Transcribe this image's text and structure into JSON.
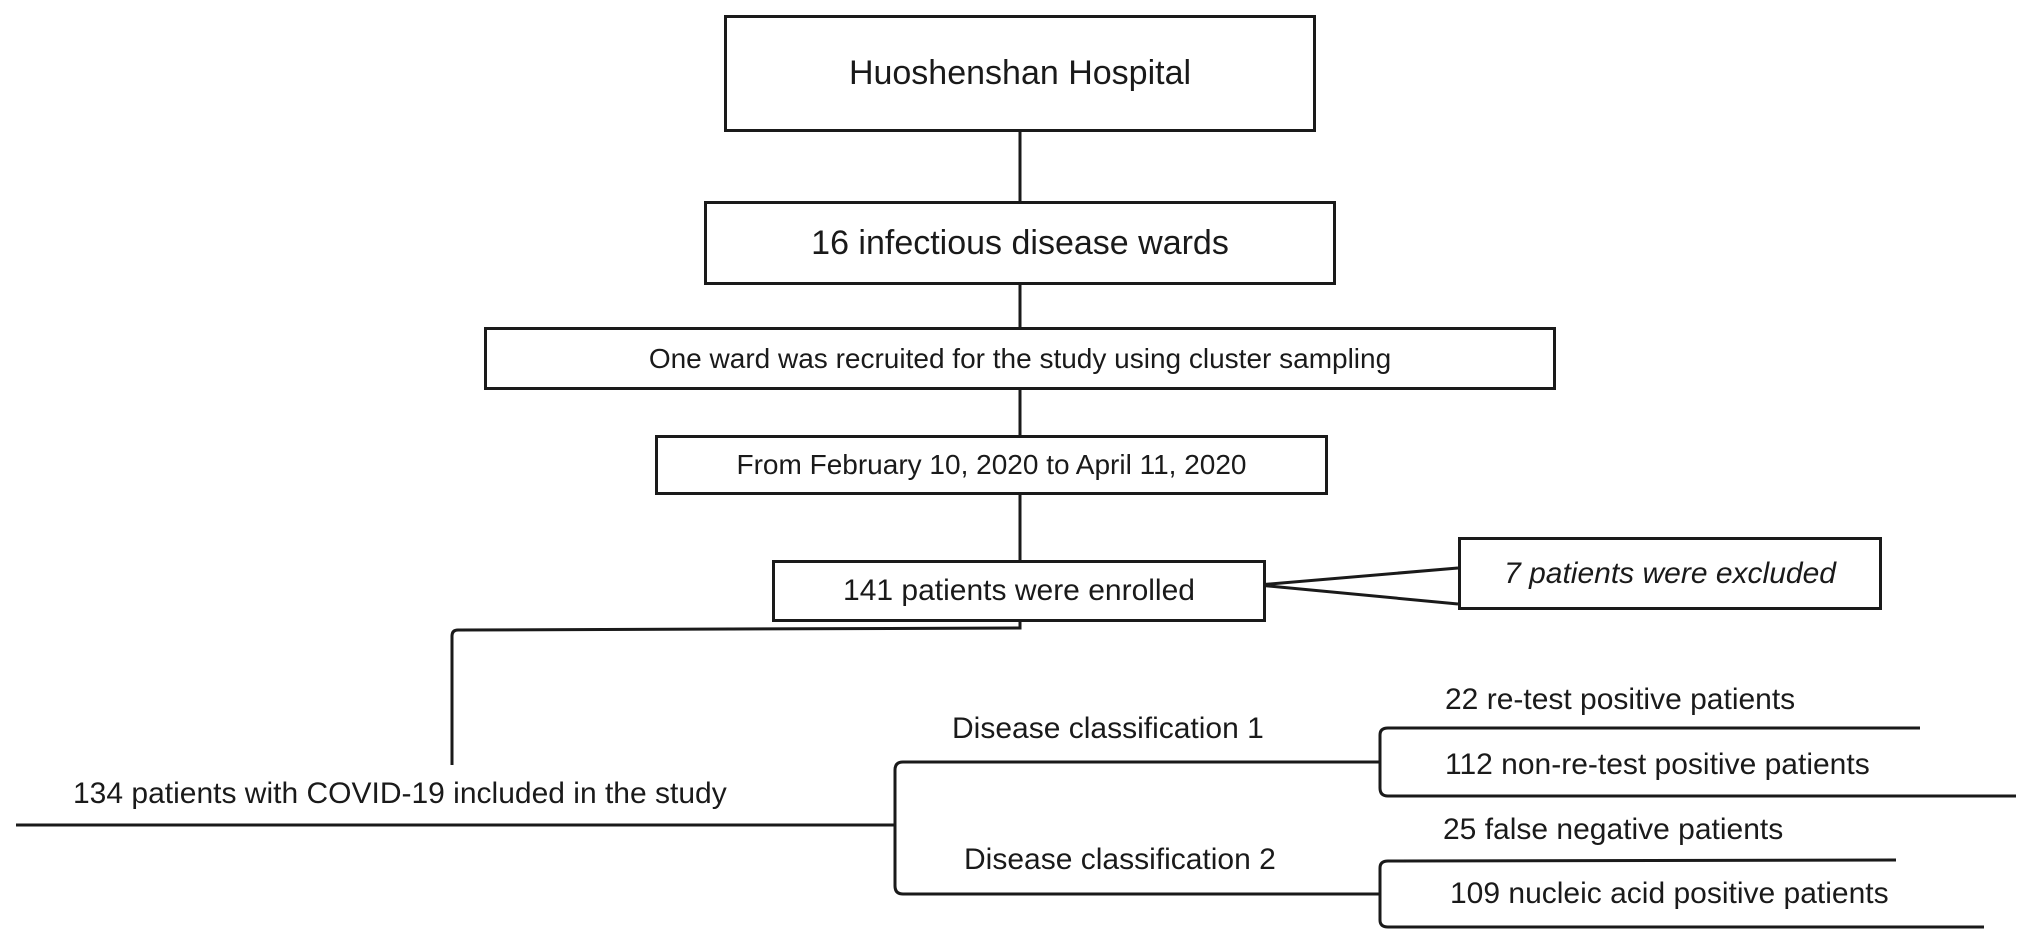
{
  "flow": {
    "hospital": "Huoshenshan Hospital",
    "wards": "16 infectious disease wards",
    "recruit": "One ward was recruited for the study using cluster sampling",
    "period": "From February 10, 2020 to April 11, 2020",
    "enrolled": "141 patients were enrolled",
    "excluded": "7 patients were excluded",
    "included": "134 patients with COVID-19 included in the study",
    "classification1": {
      "label": "Disease classification 1",
      "items": [
        "22 re-test positive patients",
        "112 non-re-test positive patients"
      ]
    },
    "classification2": {
      "label": "Disease classification 2",
      "items": [
        "25 false negative patients",
        "109 nucleic acid positive patients"
      ]
    }
  }
}
